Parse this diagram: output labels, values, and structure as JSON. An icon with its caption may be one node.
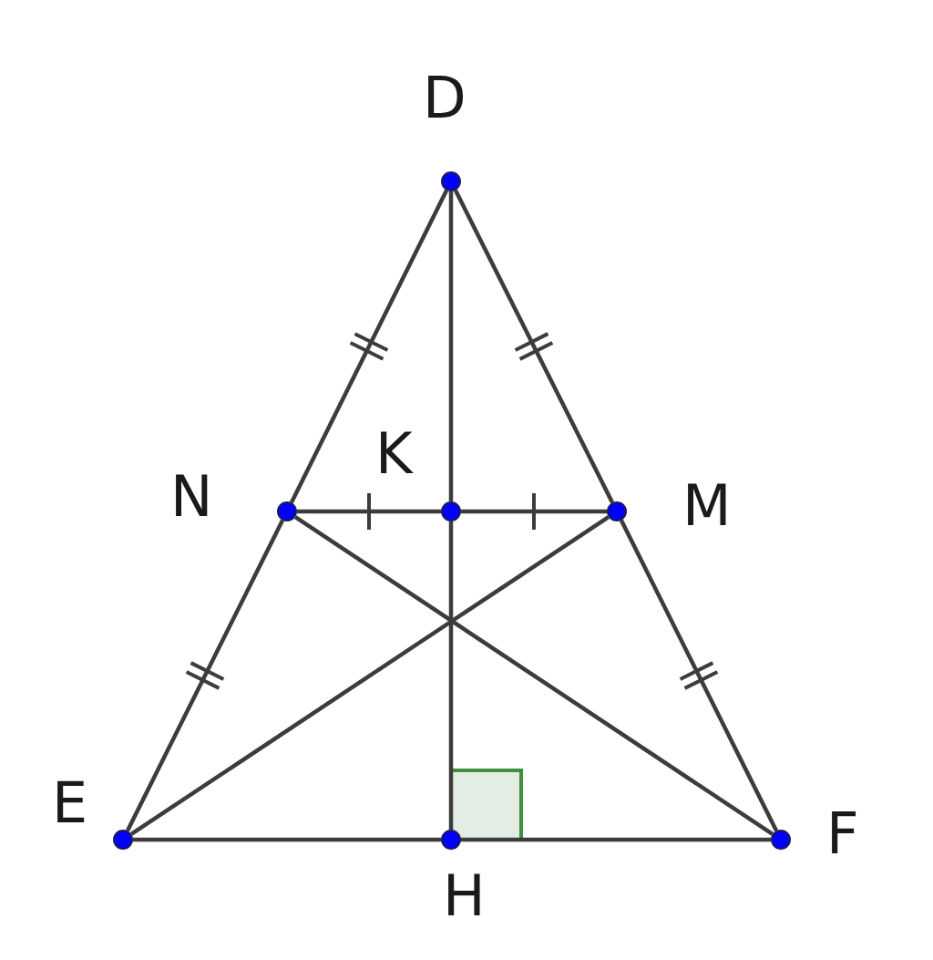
{
  "diagram": {
    "nodes": [
      {
        "text": [
          "D"
        ]
      },
      {
        "text": [
          "N"
        ]
      },
      {
        "text": [
          "K"
        ]
      },
      {
        "text": [
          "M"
        ]
      },
      {
        "text": [
          "E"
        ]
      },
      {
        "text": [
          "H"
        ]
      },
      {
        "text": [
          "F"
        ]
      },
      {
        "text": [],
        "shape": "box"
      }
    ],
    "edges": [
      {
        "from": 0,
        "to": 1,
        "arrow": "none"
      },
      {
        "from": 1,
        "to": 4,
        "arrow": "none"
      },
      {
        "from": 0,
        "to": 3,
        "arrow": "none"
      },
      {
        "from": 3,
        "to": 6,
        "arrow": "none"
      },
      {
        "from": 4,
        "to": 5,
        "arrow": "none"
      },
      {
        "from": 5,
        "to": 6,
        "arrow": "none"
      },
      {
        "from": 0,
        "to": 2,
        "arrow": "none"
      },
      {
        "from": 2,
        "to": 5,
        "arrow": "none"
      },
      {
        "from": 1,
        "to": 2,
        "arrow": "none"
      },
      {
        "from": 2,
        "to": 3,
        "arrow": "none"
      },
      {
        "from": 1,
        "to": 6,
        "arrow": "none"
      },
      {
        "from": 3,
        "to": 4,
        "arrow": "none"
      }
    ]
  }
}
